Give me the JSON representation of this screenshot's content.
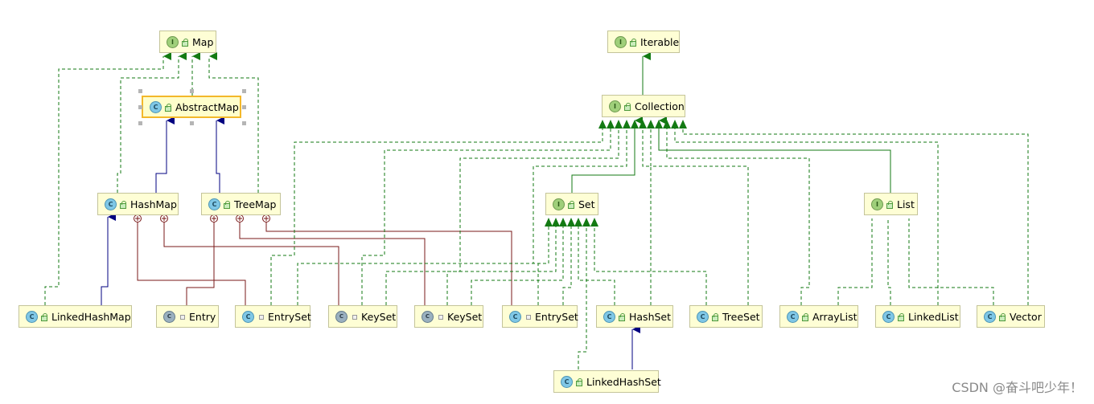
{
  "diagram": {
    "nodes": [
      {
        "id": "map",
        "label": "Map",
        "kind": "interface",
        "visibility": "public"
      },
      {
        "id": "abstractmap",
        "label": "AbstractMap",
        "kind": "class",
        "visibility": "public",
        "selected": true
      },
      {
        "id": "hashmap",
        "label": "HashMap",
        "kind": "class",
        "visibility": "public"
      },
      {
        "id": "treemap",
        "label": "TreeMap",
        "kind": "class",
        "visibility": "public"
      },
      {
        "id": "linkedhashmap",
        "label": "LinkedHashMap",
        "kind": "class",
        "visibility": "public"
      },
      {
        "id": "entry",
        "label": "Entry",
        "kind": "static-class",
        "visibility": "package"
      },
      {
        "id": "entryset1",
        "label": "EntrySet",
        "kind": "class",
        "visibility": "package"
      },
      {
        "id": "keyset1",
        "label": "KeySet",
        "kind": "static-class",
        "visibility": "package"
      },
      {
        "id": "keyset2",
        "label": "KeySet",
        "kind": "static-class",
        "visibility": "package"
      },
      {
        "id": "entryset2",
        "label": "EntrySet",
        "kind": "class",
        "visibility": "package"
      },
      {
        "id": "iterable",
        "label": "Iterable",
        "kind": "interface",
        "visibility": "public"
      },
      {
        "id": "collection",
        "label": "Collection",
        "kind": "interface",
        "visibility": "public"
      },
      {
        "id": "set",
        "label": "Set",
        "kind": "interface",
        "visibility": "public"
      },
      {
        "id": "list",
        "label": "List",
        "kind": "interface",
        "visibility": "public"
      },
      {
        "id": "hashset",
        "label": "HashSet",
        "kind": "class",
        "visibility": "public"
      },
      {
        "id": "treeset",
        "label": "TreeSet",
        "kind": "class",
        "visibility": "public"
      },
      {
        "id": "arraylist",
        "label": "ArrayList",
        "kind": "class",
        "visibility": "public"
      },
      {
        "id": "linkedlist",
        "label": "LinkedList",
        "kind": "class",
        "visibility": "public"
      },
      {
        "id": "vector",
        "label": "Vector",
        "kind": "class",
        "visibility": "public"
      },
      {
        "id": "linkedhashset",
        "label": "LinkedHashSet",
        "kind": "class",
        "visibility": "public"
      }
    ],
    "badge_letters": {
      "interface": "I",
      "class": "C",
      "static-class": "C"
    },
    "colors": {
      "extends": "#000080",
      "implements_interface": "#137a13",
      "implements_dashed": "#137a13",
      "inner_class": "#7a1a1a",
      "node_fill": "#fefed5",
      "node_border": "#c4c49a",
      "selected_border": "#f3b82a"
    }
  },
  "watermark": "CSDN @奋斗吧少年！"
}
